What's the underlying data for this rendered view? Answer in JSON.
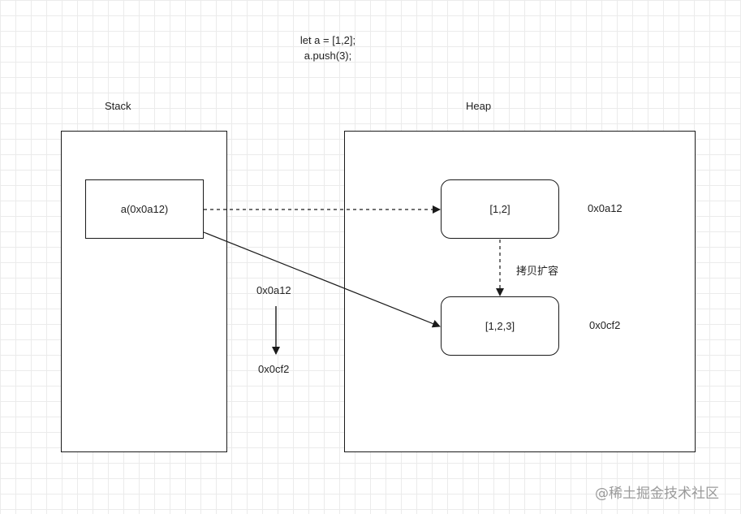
{
  "code": {
    "line1": "let a = [1,2];",
    "line2": "a.push(3);"
  },
  "stack": {
    "title": "Stack",
    "variable_label": "a(0x0a12)",
    "address_before": "0x0a12",
    "address_after": "0x0cf2"
  },
  "heap": {
    "title": "Heap",
    "object_old": {
      "value": "[1,2]",
      "address": "0x0a12"
    },
    "object_new": {
      "value": "[1,2,3]",
      "address": "0x0cf2"
    },
    "copy_label": "拷贝扩容"
  },
  "watermark": "@稀土掘金技术社区",
  "colors": {
    "stroke": "#1a1a1a",
    "grid": "#ebebeb",
    "watermark": "#9a9a9a"
  }
}
